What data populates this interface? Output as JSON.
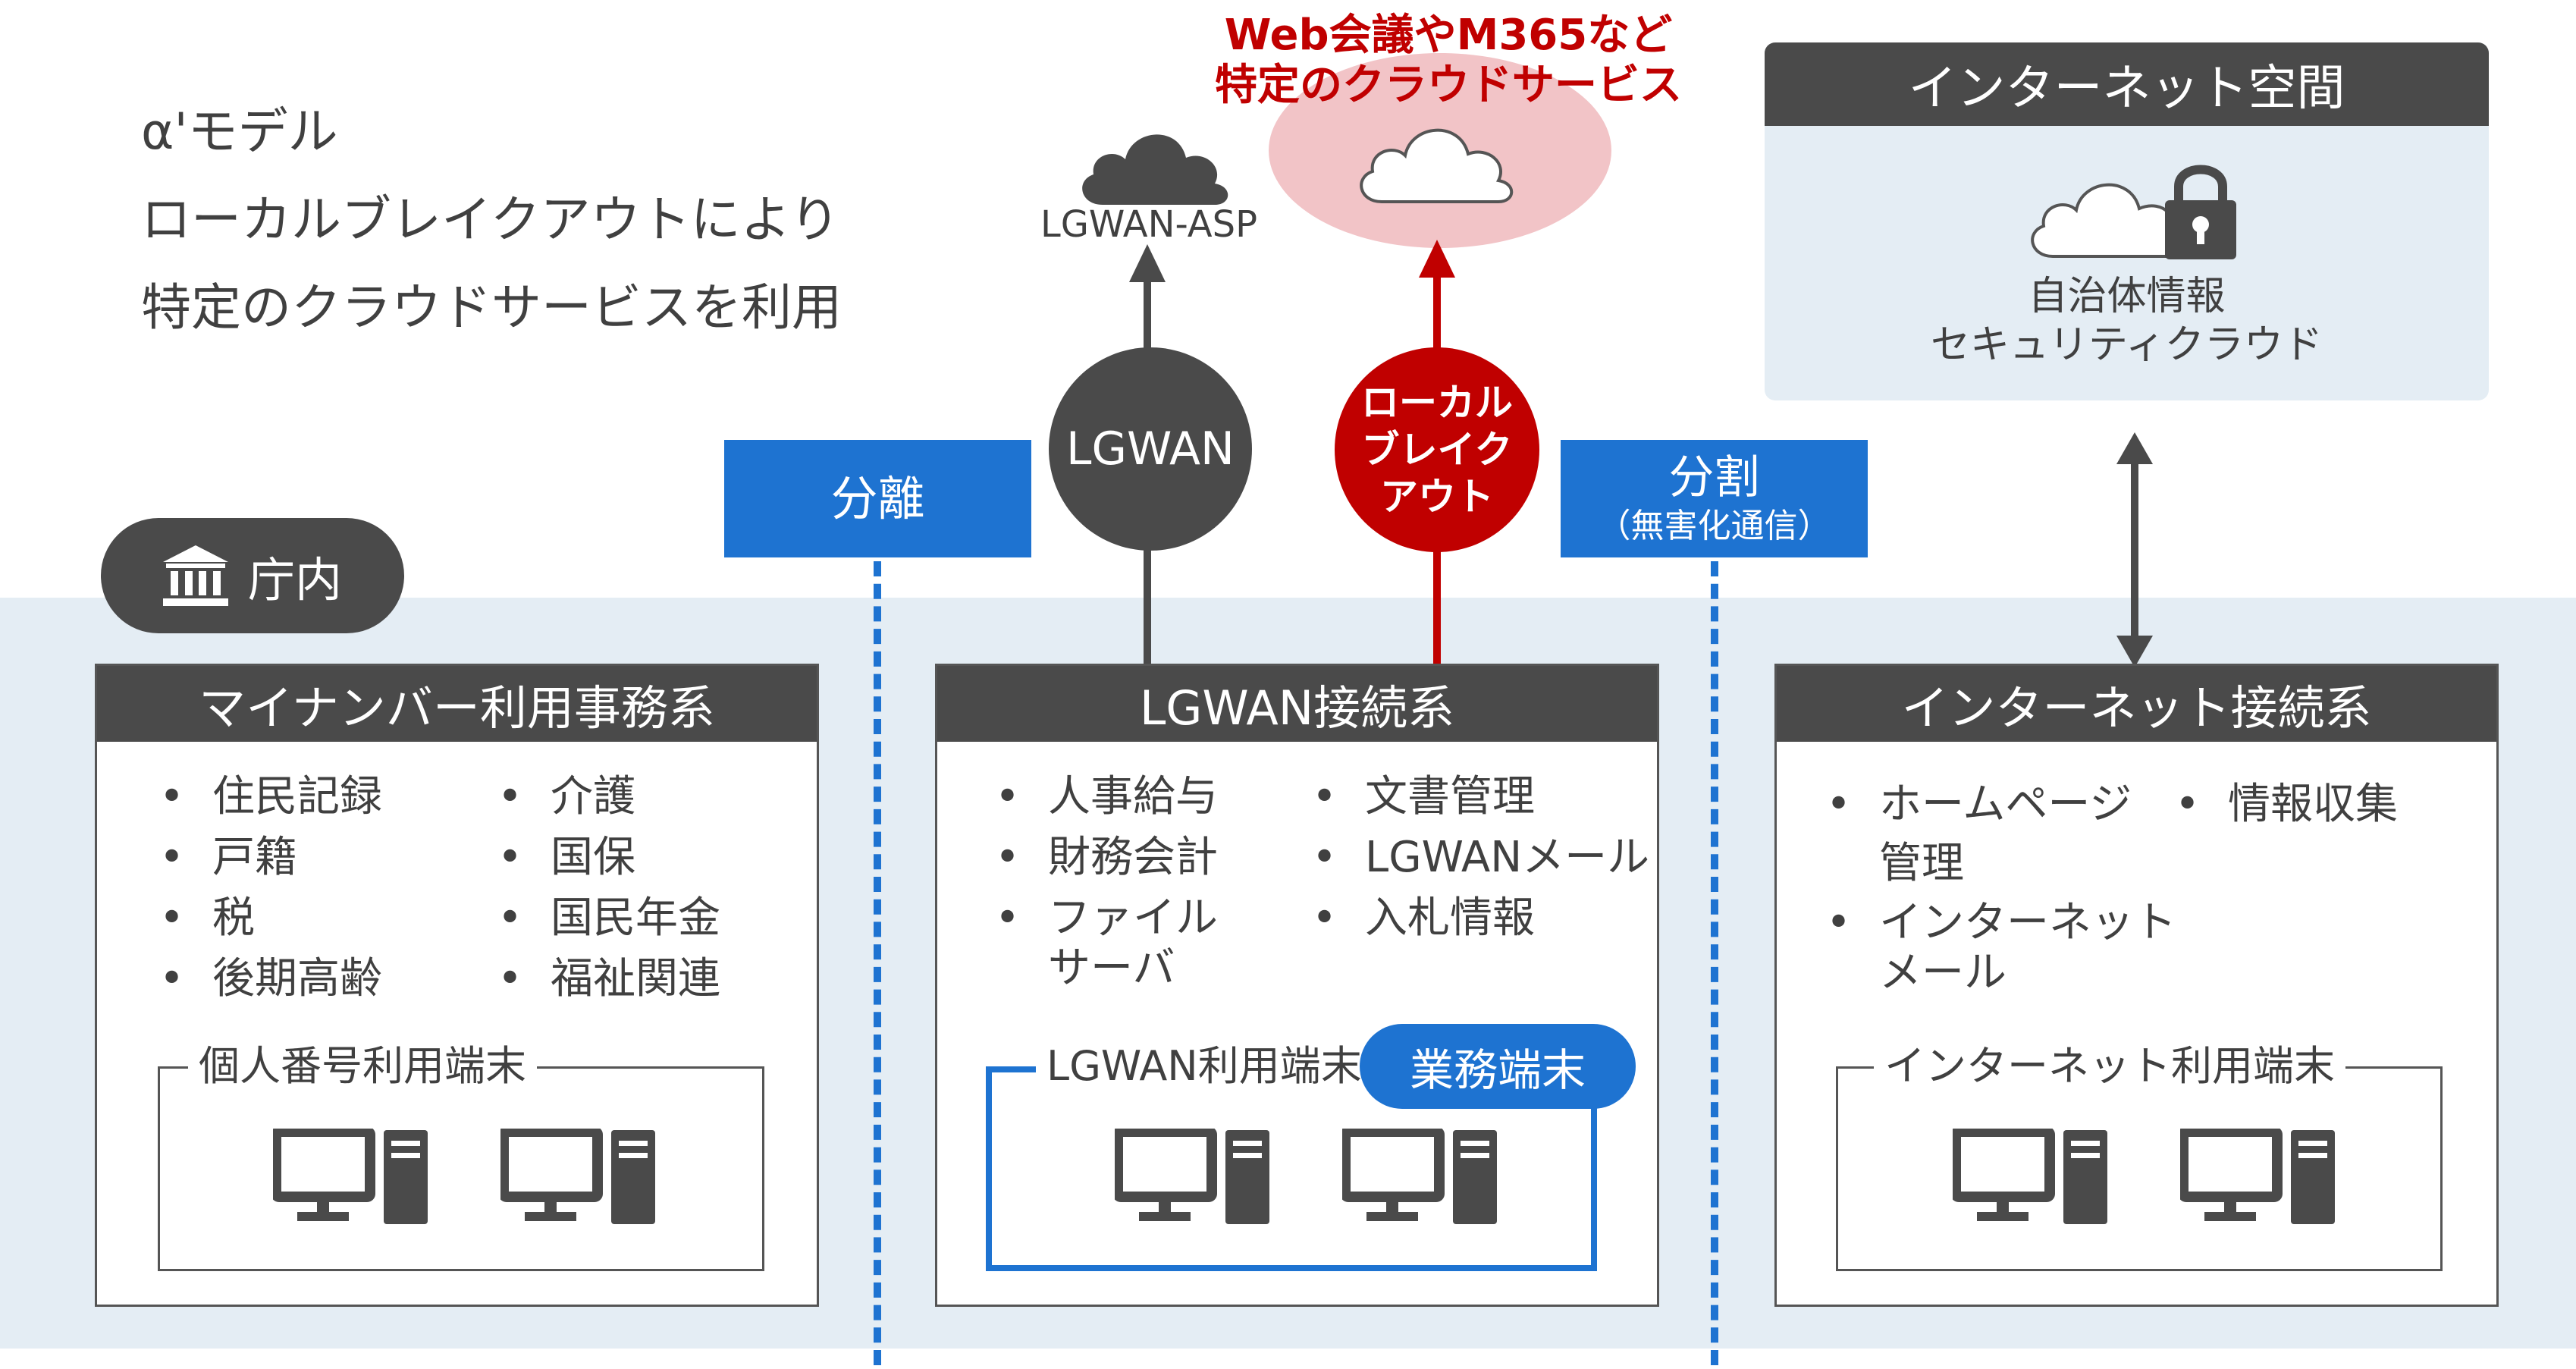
{
  "intro": {
    "line1": "α'モデル",
    "line2": "ローカルブレイクアウトにより",
    "line3": "特定のクラウドサービスを利用"
  },
  "clouds": {
    "asp_label": "LGWAN-ASP",
    "specific_caption_line1": "Web会議やM365など",
    "specific_caption_line2": "特定のクラウドサービス"
  },
  "internet_space": {
    "title": "インターネット空間",
    "cloud_line1": "自治体情報",
    "cloud_line2": "セキュリティクラウド"
  },
  "separators": {
    "left": {
      "label": "分離"
    },
    "right": {
      "label": "分割",
      "sublabel": "（無害化通信）"
    }
  },
  "circles": {
    "lgwan": "LGWAN",
    "local_breakout": [
      "ローカル",
      "ブレイク",
      "アウト"
    ]
  },
  "office_label": "庁内",
  "systems": {
    "mynumber": {
      "title": "マイナンバー利用事務系",
      "items_left": [
        "住民記録",
        "戸籍",
        "税",
        "後期高齢"
      ],
      "items_right": [
        "介護",
        "国保",
        "国民年金",
        "福祉関連"
      ],
      "terminal_label": "個人番号利用端末"
    },
    "lgwan": {
      "title": "LGWAN接続系",
      "items_left": [
        "人事給与",
        "財務会計",
        "ファイル",
        "サーバ"
      ],
      "items_right": [
        "文書管理",
        "LGWANメール",
        "入札情報"
      ],
      "terminal_label": "LGWAN利用端末",
      "badge": "業務端末"
    },
    "internet": {
      "title": "インターネット接続系",
      "items_left": [
        "ホームページ",
        "管理",
        "インターネット",
        "メール"
      ],
      "items_right": [
        "情報収集"
      ],
      "terminal_label": "インターネット利用端末"
    }
  },
  "colors": {
    "dark": "#4a4a4a",
    "red": "#c00000",
    "blue": "#1e73d1",
    "band": "#e4edf4",
    "pink_halo": "#f2c4c7"
  }
}
